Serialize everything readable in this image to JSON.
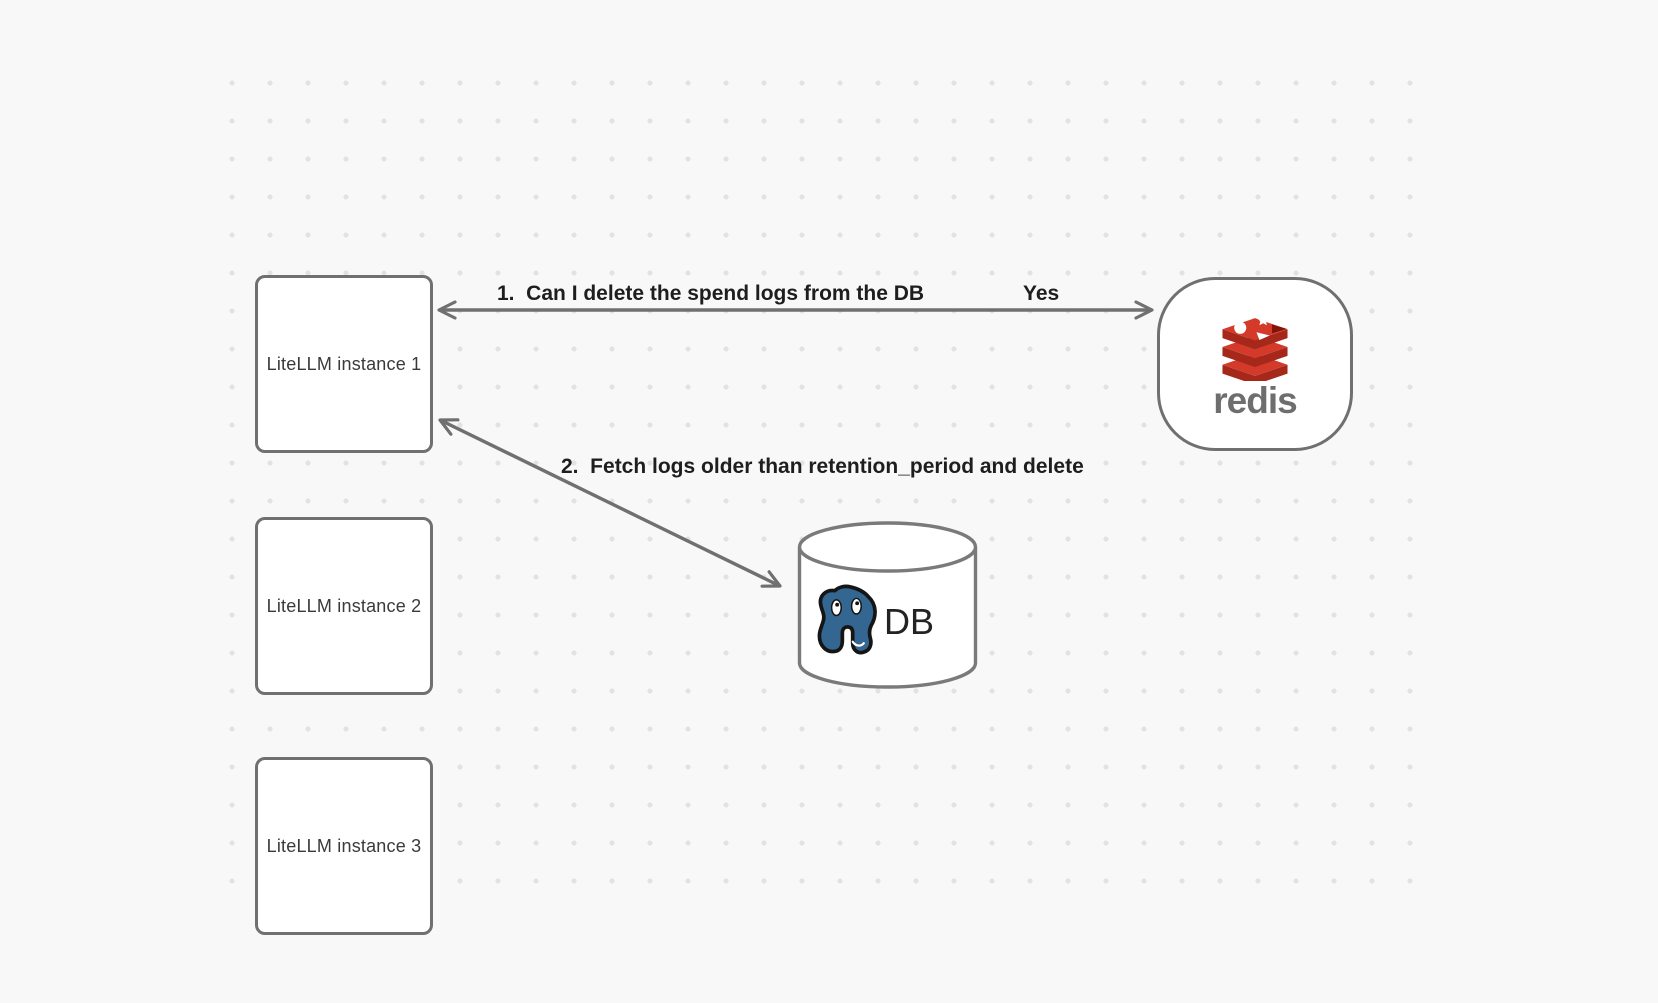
{
  "colors": {
    "background": "#f8f8f8",
    "dot": "#e2e2e2",
    "stroke_gray": "#707070",
    "edge_label_text": "#1e1e1e",
    "node_label_text": "#3a3a3a",
    "redis_red": "#d43a2a",
    "redis_red_dark": "#a5281a",
    "redis_wordmark_gray": "#6e6e6e",
    "postgres_blue": "#336791"
  },
  "nodes": {
    "instances": [
      {
        "label": "LiteLLM instance 1"
      },
      {
        "label": "LiteLLM instance 2"
      },
      {
        "label": "LiteLLM instance 3"
      }
    ],
    "redis": {
      "wordmark": "redis"
    },
    "db": {
      "label": "DB"
    }
  },
  "arrows": [
    {
      "label": "1.  Can I delete the spend logs from the DB",
      "response": "Yes"
    },
    {
      "label": "2.  Fetch logs older than retention_period and delete"
    }
  ]
}
